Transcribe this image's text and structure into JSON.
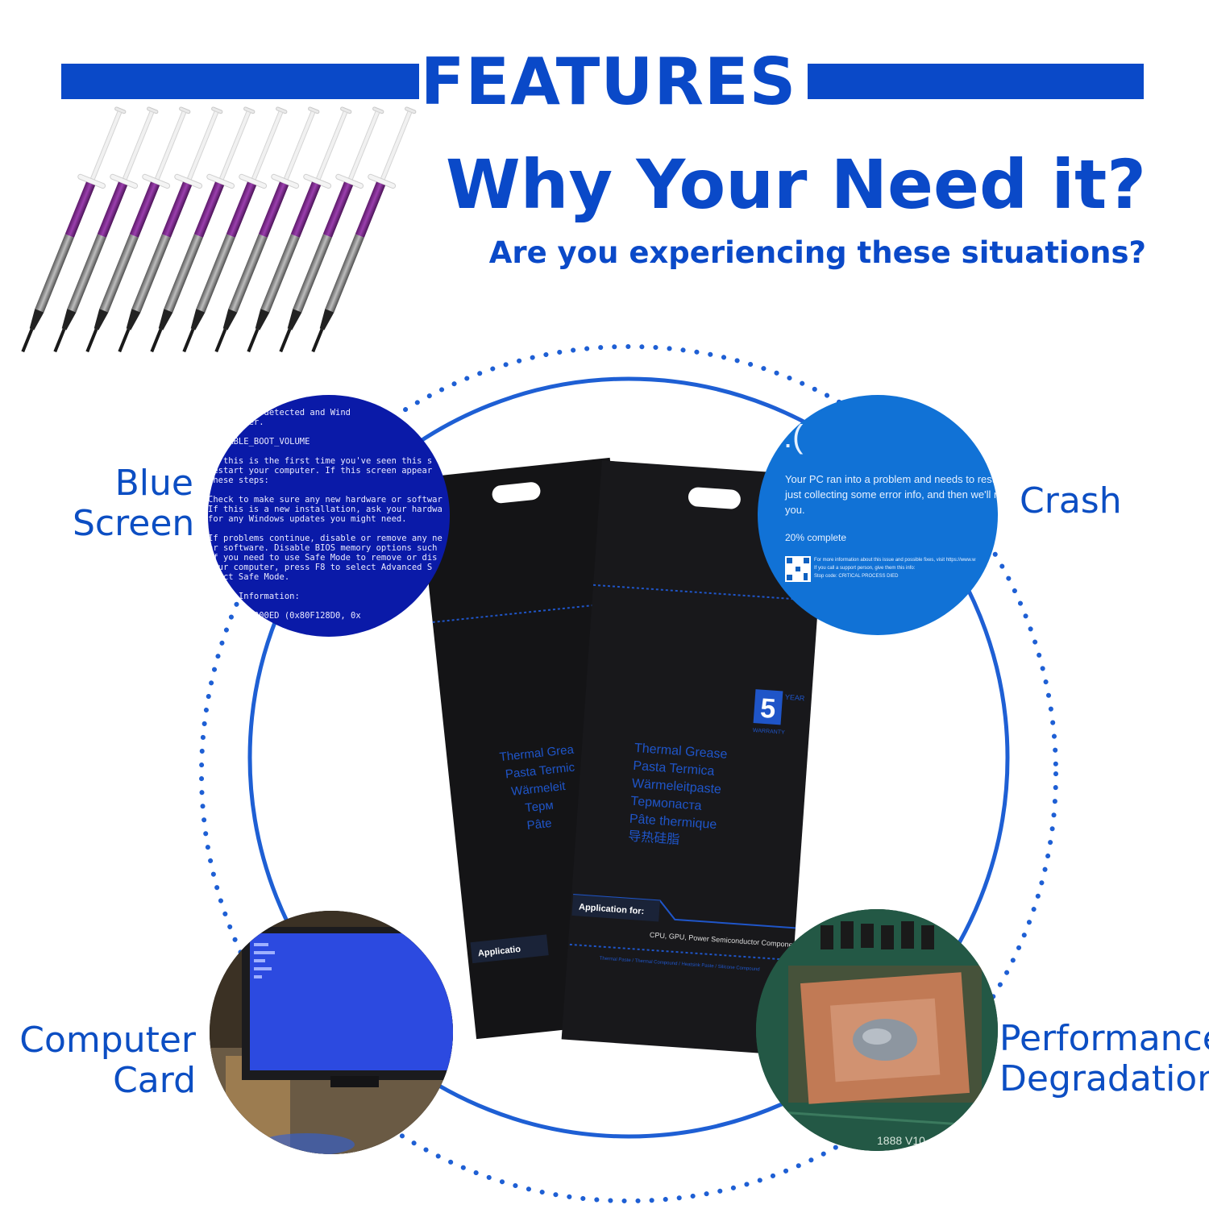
{
  "header": {
    "title": "FEATURES",
    "headline": "Why Your Need it?",
    "subheadline": "Are you experiencing these situations?"
  },
  "situations": {
    "blue_screen": {
      "label_line1": "Blue",
      "label_line2": "Screen"
    },
    "crash": {
      "label": "Crash"
    },
    "computer_card": {
      "label_line1": "Computer",
      "label_line2": "Card"
    },
    "performance": {
      "label_line1": "Performance",
      "label_line2": "Degradation"
    }
  },
  "bsod_text": "  has been detected and Wind\n  computer.\n\nOUNTABLE_BOOT_VOLUME\n\nIf this is the first time you've seen this s\nrestart your computer. If this screen appear\nthese steps:\n\nCheck to make sure any new hardware or softwar\nIf this is a new installation, ask your hardwa\nfor any Windows updates you might need.\n\nIf problems continue, disable or remove any ne\nor software. Disable BIOS memory options such\nIf you need to use Safe Mode to remove or dis\nyour computer, press F8 to select Advanced S\nelect Safe Mode.\n\nnical Information:\n\n    0x000000ED (0x80F128D0, 0x",
  "crash_screen": {
    "face": ":(",
    "message": "Your PC ran into a problem and needs to restar just collecting some error info, and then we'll re you.",
    "progress": "20% complete",
    "info_line1": "For more information about this issue and possible fixes, visit https://www.w",
    "info_line2": "If you call a support person, give them this info:",
    "info_line3": "Stop code: CRITICAL PROCESS DIED"
  },
  "bag_front": {
    "warranty_number": "5",
    "warranty_year": "YEAR",
    "warranty_label": "WARRANTY",
    "product_names": [
      "Thermal Grease",
      "Pasta Termica",
      "Wärmeleitpaste",
      "Термопаста",
      "Pâte thermique",
      "导热硅脂"
    ],
    "application_label": "Application for:",
    "application_items": "CPU, GPU, Power Semiconductor Components",
    "footer_text": "Thermal Paste / Thermal Compound / Heatsink Paste / Silicone Compound"
  },
  "bag_back": {
    "product_names": [
      "Thermal Grea",
      "Pasta Termic",
      "Wärmeleit",
      "Терм",
      "Pâte"
    ],
    "application_label": "Applicatio"
  },
  "board_text": "1888 V10",
  "colors": {
    "accent": "#0a49c8",
    "label": "#0c4ec3",
    "ring": "#1e5fd4",
    "bsod": "#0a1aa8",
    "crash": "#1172d6"
  }
}
